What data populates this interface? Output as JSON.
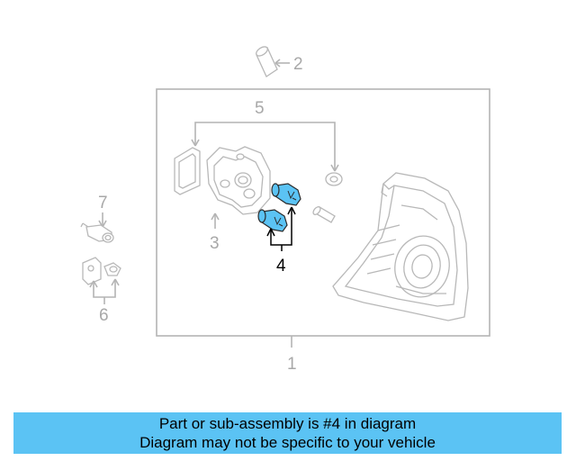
{
  "diagram": {
    "callouts": {
      "main_assembly": "1",
      "part_top": "2",
      "part_housing": "3",
      "highlighted_part": "4",
      "part_bracket": "5",
      "part_bulb_small": "6",
      "part_socket": "7"
    },
    "colors": {
      "highlight": "#5bc3f4",
      "line": "#b4b4b4",
      "banner": "#5bc3f4"
    }
  },
  "banner": {
    "line1": "Part or sub-assembly is #4 in diagram",
    "line2": "Diagram may not be specific to your vehicle"
  }
}
